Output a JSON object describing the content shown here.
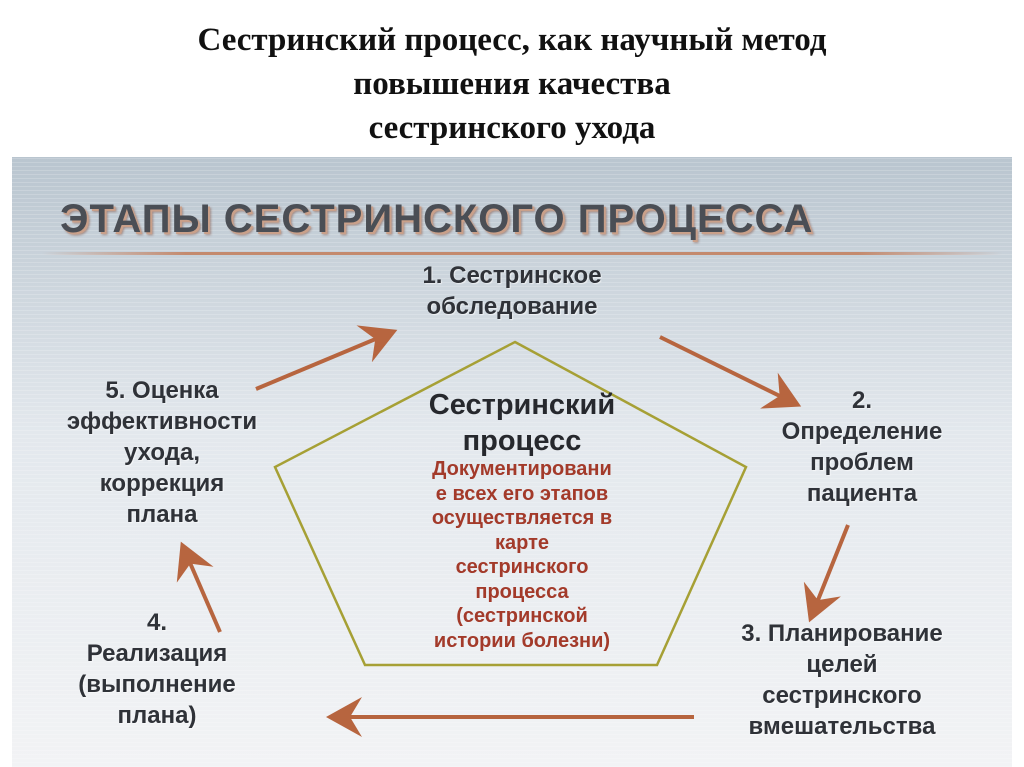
{
  "title_lines": [
    "Сестринский процесс,  как научный метод",
    "повышения качества",
    "сестринского ухода"
  ],
  "panel_header": "ЭТАПЫ СЕСТРИНСКОГО ПРОЦЕССА",
  "center": {
    "title_lines": [
      "Сестринский",
      "процесс"
    ],
    "note_lines": [
      "Документировани",
      "е всех его этапов",
      "осуществляется в",
      "карте",
      "сестринского",
      "процесса",
      "(сестринской",
      "истории болезни)"
    ]
  },
  "stages": [
    {
      "lines": [
        "1. Сестринское",
        "обследование"
      ]
    },
    {
      "lines": [
        "2.",
        "Определение",
        "проблем",
        "пациента"
      ]
    },
    {
      "lines": [
        "3. Планирование",
        "целей",
        "сестринского",
        "вмешательства"
      ]
    },
    {
      "lines": [
        "4.",
        "Реализация",
        "(выполнение",
        "плана)"
      ]
    },
    {
      "lines": [
        "5. Оценка",
        "эффективности",
        "ухода,",
        "коррекция",
        "плана"
      ]
    }
  ],
  "colors": {
    "arrow": "#b7653f",
    "pentagon": "#a6a035",
    "note_text": "#a33a2a"
  }
}
